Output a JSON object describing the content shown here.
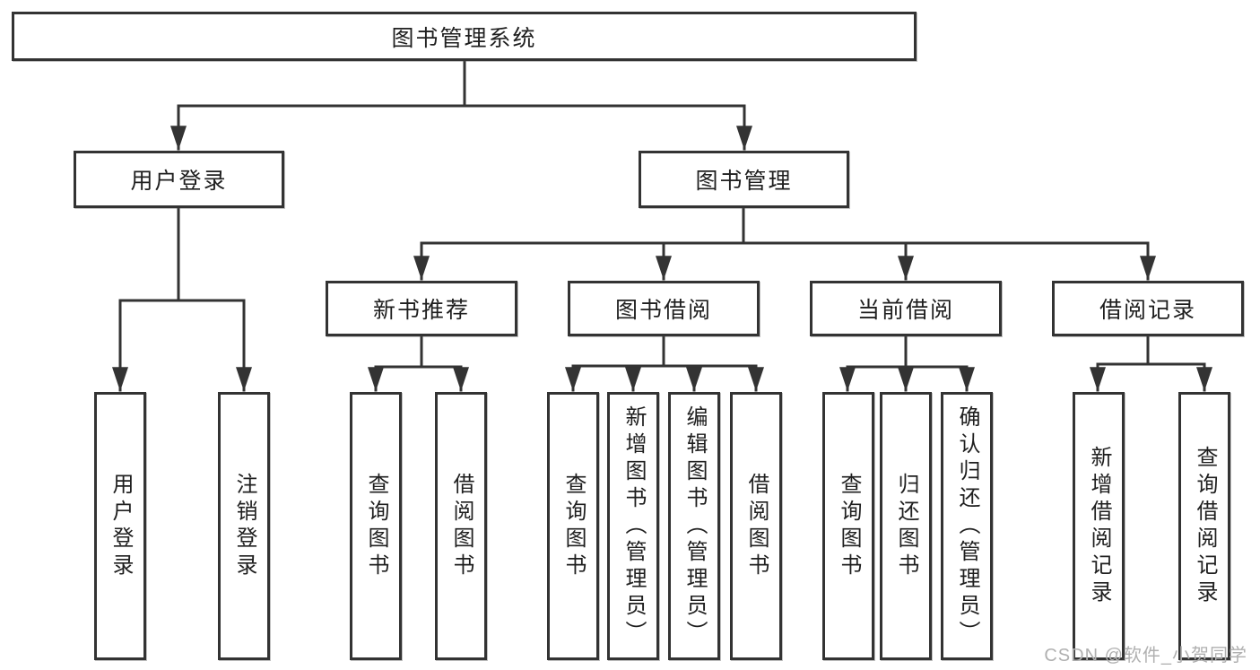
{
  "tree": {
    "label": "图书管理系统",
    "children": [
      {
        "label": "用户登录",
        "children": [
          {
            "label": "用户登录"
          },
          {
            "label": "注销登录"
          }
        ]
      },
      {
        "label": "图书管理",
        "children": [
          {
            "label": "新书推荐",
            "children": [
              {
                "label": "查询图书"
              },
              {
                "label": "借阅图书"
              }
            ]
          },
          {
            "label": "图书借阅",
            "children": [
              {
                "label": "查询图书"
              },
              {
                "label": "新增图书（管理员）"
              },
              {
                "label": "编辑图书（管理员）"
              },
              {
                "label": "借阅图书"
              }
            ]
          },
          {
            "label": "当前借阅",
            "children": [
              {
                "label": "查询图书"
              },
              {
                "label": "归还图书"
              },
              {
                "label": "确认归还（管理员）"
              }
            ]
          },
          {
            "label": "借阅记录",
            "children": [
              {
                "label": "新增借阅记录"
              },
              {
                "label": "查询借阅记录"
              }
            ]
          }
        ]
      }
    ]
  },
  "watermark": {
    "text": "CSDN @软件_小贺同学"
  },
  "colors": {
    "line": "#333333",
    "box_border": "#333333",
    "text": "#1f1f1f",
    "watermark": "#b0b0b0",
    "background": "#ffffff"
  }
}
